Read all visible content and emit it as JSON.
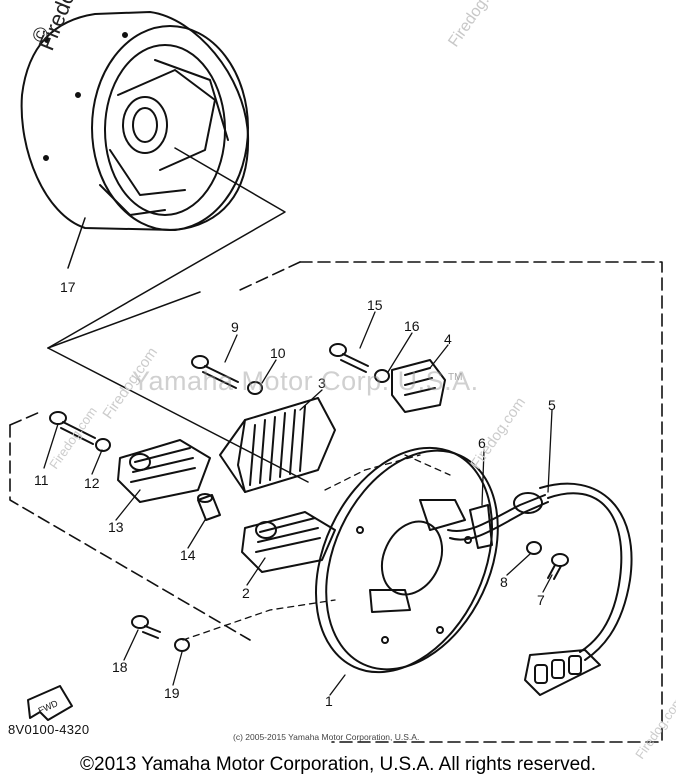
{
  "watermarks": {
    "brand_rotated": "Firedog.com",
    "brand_prefix": "©",
    "center": "Yamaha Motor Corp. U.S.A.",
    "center_mark": "TM"
  },
  "diagram": {
    "part_code": "8V0100-4320",
    "fwd_label": "FWD",
    "small_copyright": "(c) 2005-2015 Yamaha Motor Corporation, U.S.A.",
    "callouts": {
      "c1": "1",
      "c2": "2",
      "c3": "3",
      "c4": "4",
      "c5": "5",
      "c6": "6",
      "c7": "7",
      "c8": "8",
      "c9": "9",
      "c10": "10",
      "c11": "11",
      "c12": "12",
      "c13": "13",
      "c14": "14",
      "c15": "15",
      "c16": "16",
      "c17": "17",
      "c18": "18",
      "c19": "19"
    }
  },
  "footer": {
    "copyright": "©2013 Yamaha Motor Corporation, U.S.A. All rights reserved."
  },
  "colors": {
    "ink": "#111111",
    "watermark": "#b4b4b4"
  }
}
